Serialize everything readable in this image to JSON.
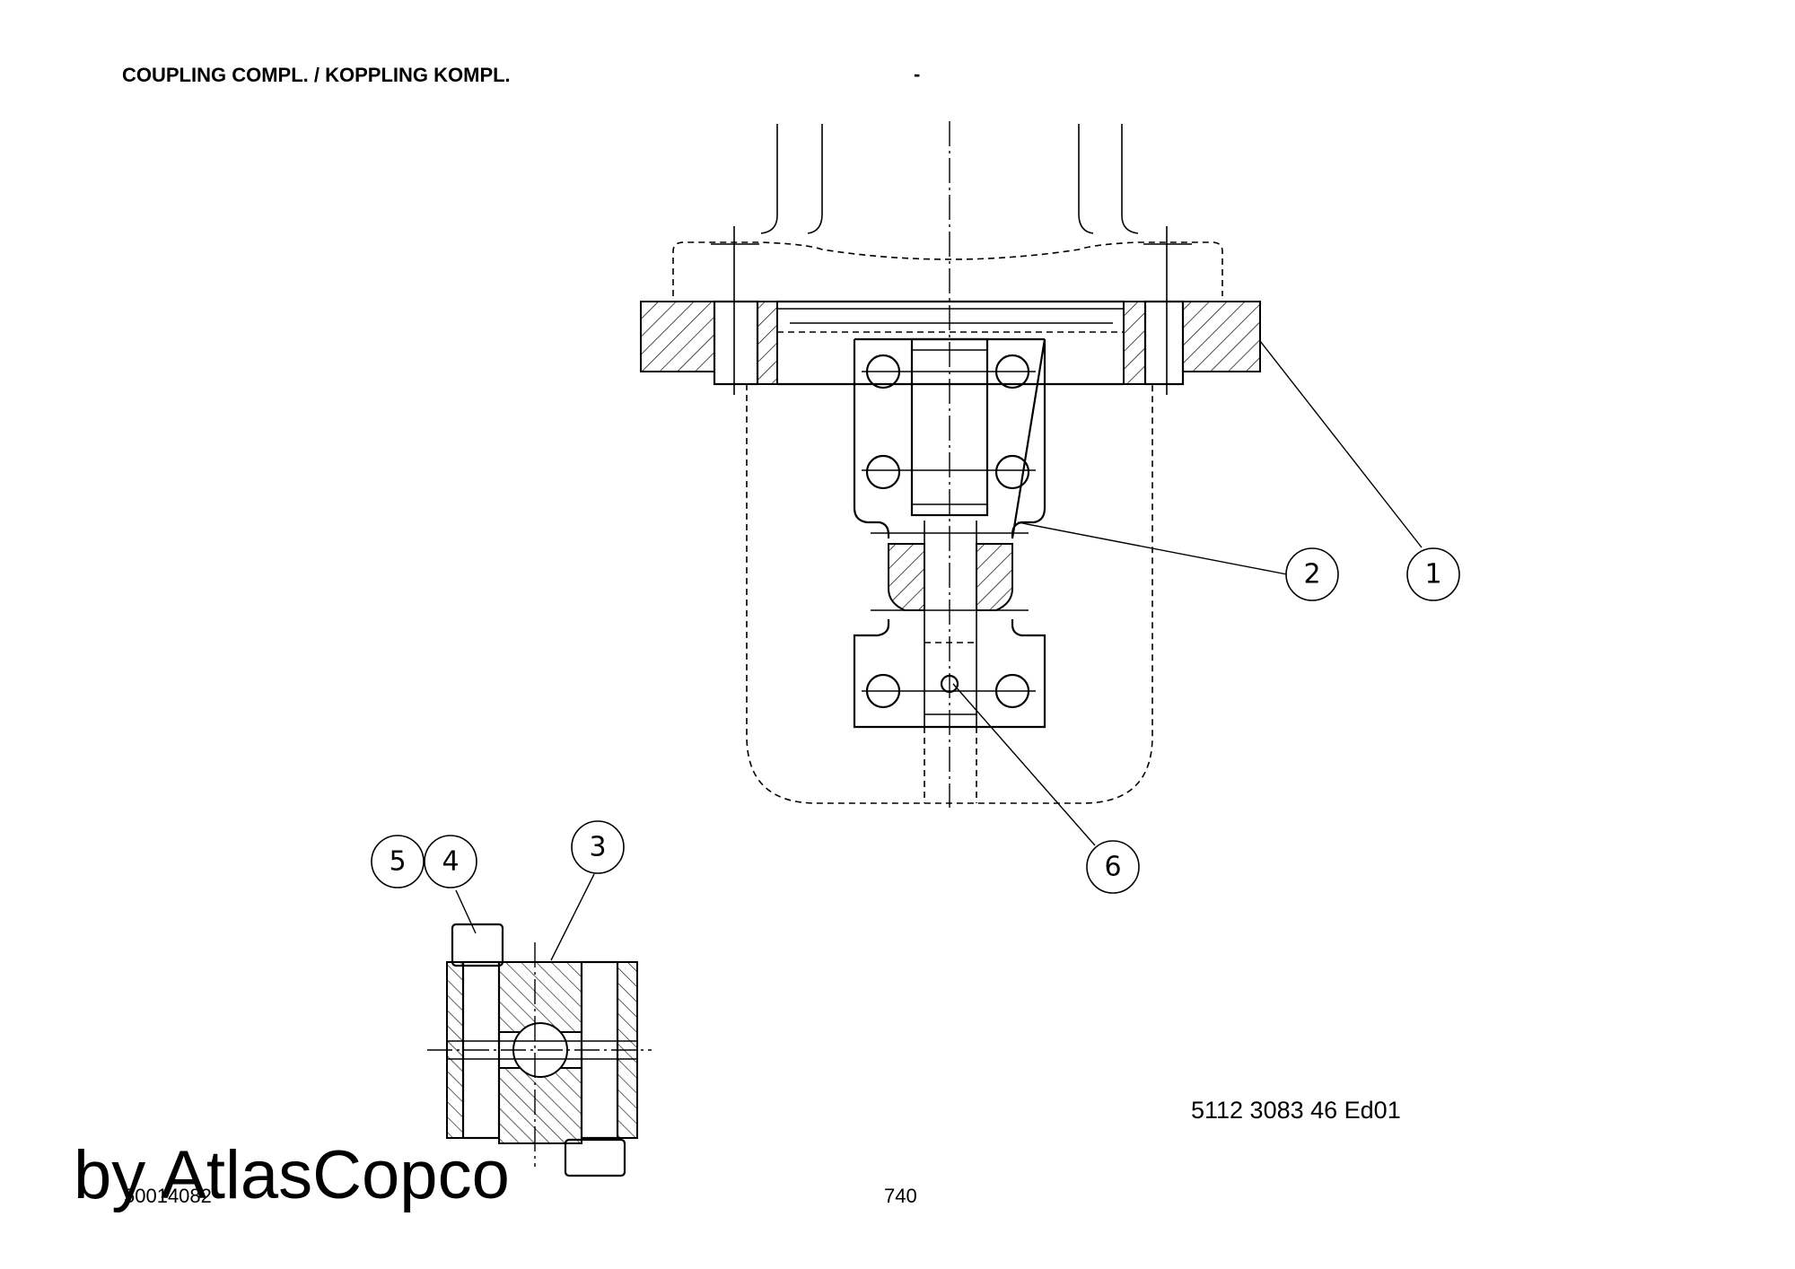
{
  "header": {
    "title": "COUPLING COMPL. / KOPPLING KOMPL.",
    "dash": "-"
  },
  "footer": {
    "part_number": "5112 3083 46  Ed01",
    "document_number": "50014082",
    "page_number": "740",
    "watermark": "by AtlasCopco"
  },
  "callouts": [
    "1",
    "2",
    "3",
    "4",
    "5",
    "6"
  ]
}
